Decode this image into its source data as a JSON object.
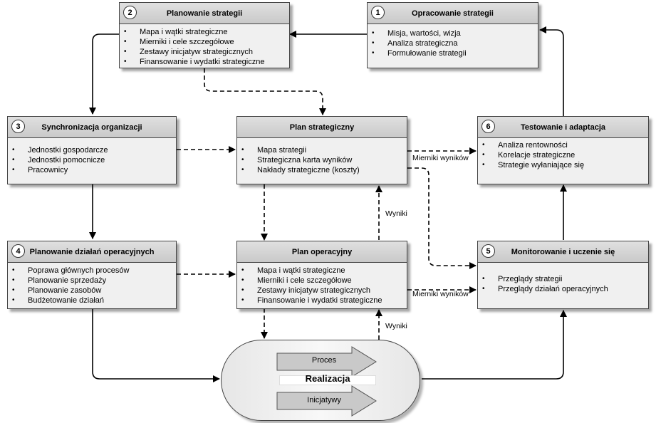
{
  "boxes": {
    "b1": {
      "num": "1",
      "title": "Opracowanie strategii",
      "items": [
        "Misja, wartości, wizja",
        "Analiza strategiczna",
        "Formułowanie strategii"
      ]
    },
    "b2": {
      "num": "2",
      "title": "Planowanie strategii",
      "items": [
        "Mapa i wątki strategiczne",
        "Mierniki i cele szczegółowe",
        "Zestawy inicjatyw strategicznych",
        "Finansowanie i wydatki strategiczne"
      ]
    },
    "b3": {
      "num": "3",
      "title": "Synchronizacja organizacji",
      "items": [
        "Jednostki gospodarcze",
        "Jednostki pomocnicze",
        "Pracownicy"
      ]
    },
    "b4": {
      "num": "4",
      "title": "Planowanie działań operacyjnych",
      "items": [
        "Poprawa głównych procesów",
        "Planowanie sprzedaży",
        "Planowanie zasobów",
        "Budżetowanie działań"
      ]
    },
    "b5": {
      "num": "5",
      "title": "Monitorowanie i uczenie się",
      "items": [
        "Przeglądy strategii",
        "Przeglądy działań operacyjnych"
      ]
    },
    "b6": {
      "num": "6",
      "title": "Testowanie i adaptacja",
      "items": [
        "Analiza rentowności",
        "Korelacje strategiczne",
        "Strategie wyłaniające się"
      ]
    },
    "ps": {
      "title": "Plan strategiczny",
      "items": [
        "Mapa strategii",
        "Strategiczna karta wyników",
        "Nakłady strategiczne (koszty)"
      ]
    },
    "po": {
      "title": "Plan operacyjny",
      "items": [
        "Mapa i wątki strategiczne",
        "Mierniki i cele szczegółowe",
        "Zestawy inicjatyw strategicznych",
        "Finansowanie i wydatki strategiczne"
      ]
    }
  },
  "labels": {
    "wyniki_top": "Wyniki",
    "wyniki_bottom": "Wyniki",
    "mierniki_top": "Mierniki wyników",
    "mierniki_bottom": "Mierniki wyników"
  },
  "realizacja": {
    "title": "Realizacja",
    "proces": "Proces",
    "inicjatywy": "Inicjatywy"
  }
}
